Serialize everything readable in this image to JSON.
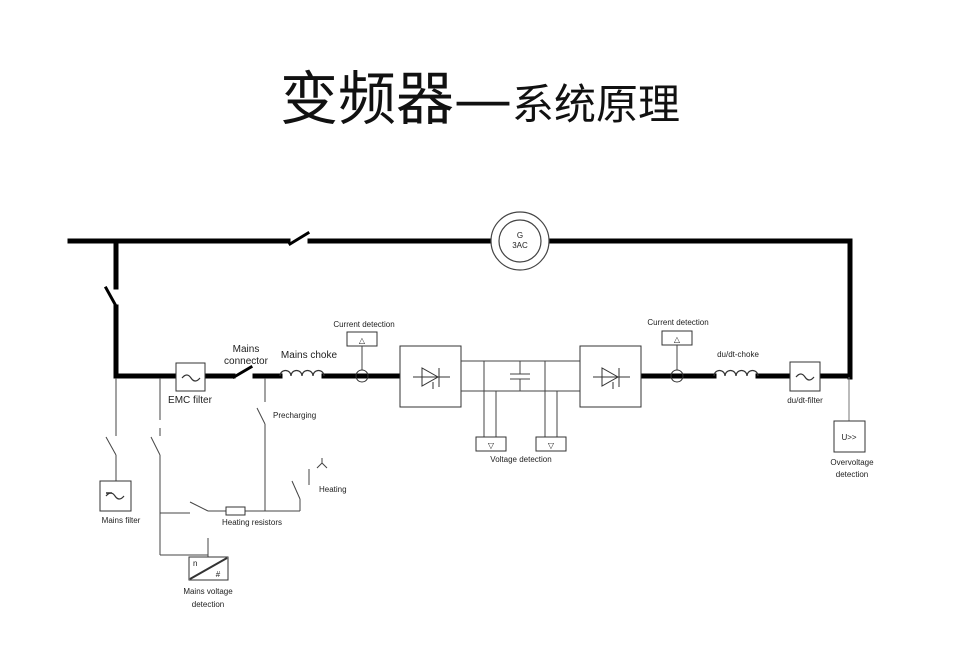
{
  "title": {
    "main": "变频器",
    "separator": "—",
    "sub": "系统原理"
  },
  "labels": {
    "generator_line1": "G",
    "generator_line2": "3AC",
    "mains_connector_line1": "Mains",
    "mains_connector_line2": "connector",
    "mains_choke": "Mains choke",
    "emc_filter": "EMC filter",
    "precharging": "Precharging",
    "heating": "Heating",
    "heating_resistors": "Heating resistors",
    "mains_filter": "Mains filter",
    "mains_voltage_detection_line1": "Mains voltage",
    "mains_voltage_detection_line2": "detection",
    "mvd_symbol_n": "n",
    "mvd_symbol_hash": "#",
    "current_detection_input": "Current detection",
    "current_detection_output": "Current detection",
    "voltage_detection": "Voltage detection",
    "dudt_choke": "du/dt-choke",
    "dudt_filter": "du/dt-filter",
    "overvoltage_symbol": "U>>",
    "overvoltage_detection_line1": "Overvoltage",
    "overvoltage_detection_line2": "detection",
    "current_sensor_symbol": "△",
    "voltage_sensor_symbol": "▽"
  },
  "colors": {
    "line": "#000000",
    "thin_line": "#444444",
    "text": "#222222"
  }
}
